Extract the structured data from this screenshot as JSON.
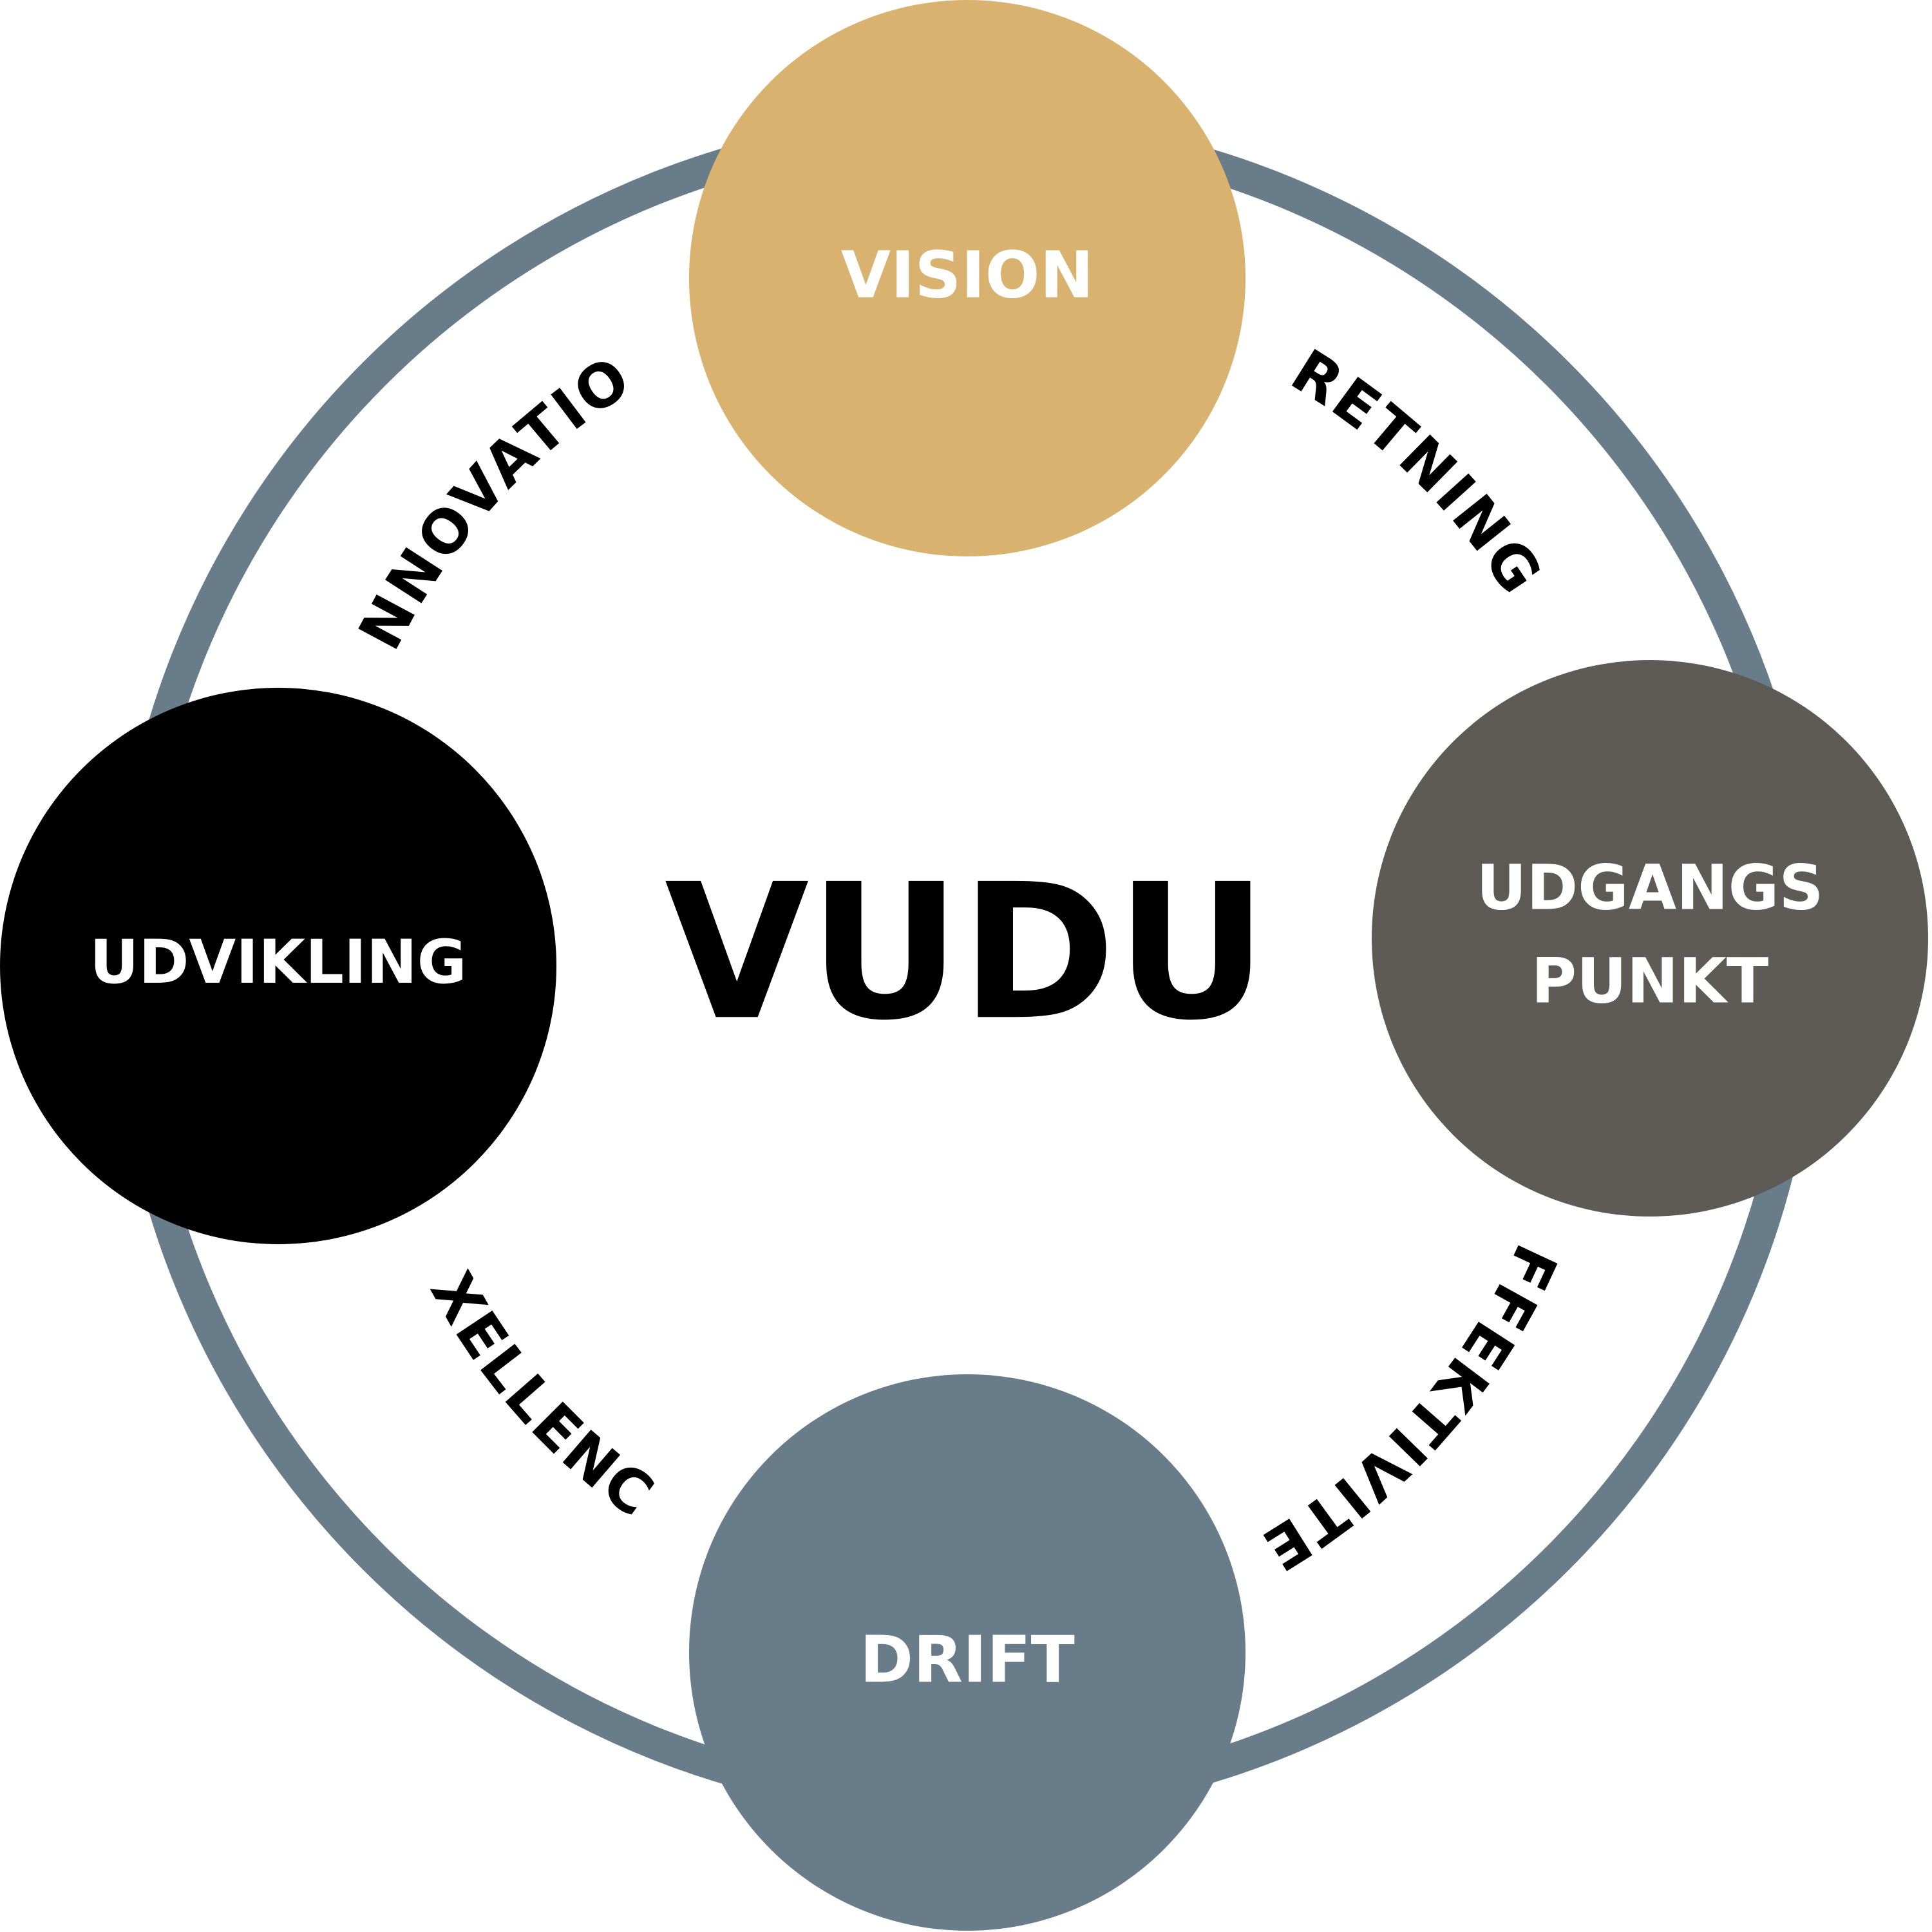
{
  "center_title": "VUDU",
  "nodes": {
    "vision": {
      "label": "VISION",
      "color": "#d8b26e"
    },
    "udgangspunkt": {
      "line1": "UDGANGS",
      "line2": "PUNKT",
      "color": "#5e5a56"
    },
    "drift": {
      "label": "DRIFT",
      "color": "#687c8a"
    },
    "udvikling": {
      "label": "UDVIKLING",
      "color": "#000000"
    }
  },
  "connectors": {
    "retning": "RETNING",
    "effektivitet": "EFFEKTIVITET",
    "exellence": "EXELLENCE",
    "innovation": "INNOVATION"
  },
  "colors": {
    "ring": "#687c8a",
    "text": "#000000",
    "background": "#ffffff"
  }
}
